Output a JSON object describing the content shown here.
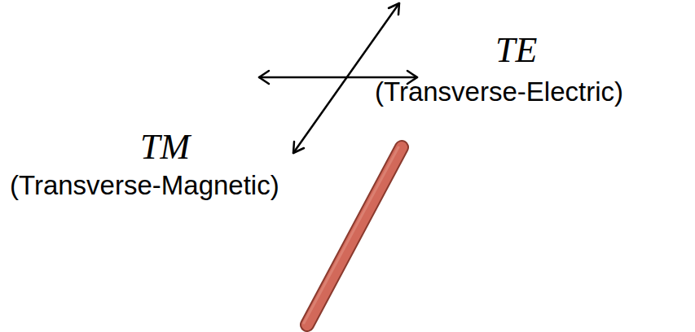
{
  "diagram": {
    "labels": [
      "TE",
      "(Transverse-Electric)",
      "TM",
      "(Transverse-Magnetic)"
    ]
  }
}
